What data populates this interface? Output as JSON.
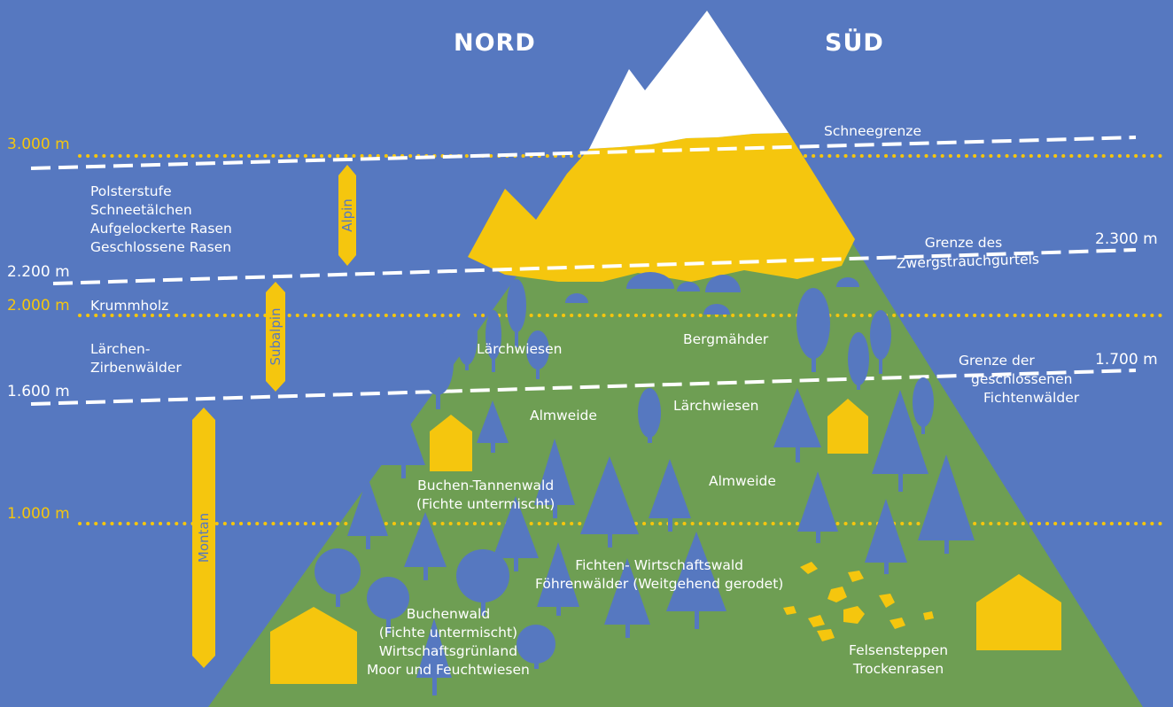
{
  "colors": {
    "background": "#5678c0",
    "meadow": "#6e9e53",
    "gold": "#f5c60e",
    "snow": "#ffffff",
    "tree": "#5678c0"
  },
  "directions": {
    "north": "NORD",
    "south": "SÜD"
  },
  "altitudes": {
    "m3000": "3.000 m",
    "m2200": "2.200 m",
    "m2000": "2.000 m",
    "m1600": "1.600 m",
    "m1000": "1.000 m",
    "m2300": "2.300 m",
    "m1700": "1.700 m"
  },
  "zones": {
    "alpin": "Alpin",
    "subalpin": "Subalpin",
    "montan": "Montan"
  },
  "north_labels": {
    "polster": [
      "Polsterstufe",
      "Schneetälchen",
      "Aufgelockerte Rasen",
      "Geschlossene Rasen"
    ],
    "krummholz": "Krummholz",
    "laerchen": [
      "Lärchen-",
      "Zirbenwälder"
    ]
  },
  "boundaries": {
    "schneegrenze": "Schneegrenze",
    "zwergstrauch": [
      "Grenze des",
      "Zwergstrauchgürtels"
    ],
    "fichten": [
      "Grenze der",
      "geschlossenen",
      "Fichtenwälder"
    ]
  },
  "mountain_labels": {
    "laerchwiesen_1": "Lärchwiesen",
    "bergmaehder": "Bergmähder",
    "almweide_1": "Almweide",
    "laerchwiesen_2": "Lärchwiesen",
    "almweide_2": "Almweide",
    "buchen_tannen": [
      "Buchen-Tannenwald",
      "(Fichte untermischt)"
    ],
    "fichten_wald": [
      "Fichten- Wirtschaftswald",
      "Föhrenwälder (Weitgehend gerodet)"
    ],
    "buchenwald": [
      "Buchenwald",
      "(Fichte untermischt)",
      "Wirtschaftsgrünland",
      "Moor und Feuchtwiesen"
    ],
    "felsensteppen": [
      "Felsensteppen",
      "Trockenrasen"
    ]
  }
}
